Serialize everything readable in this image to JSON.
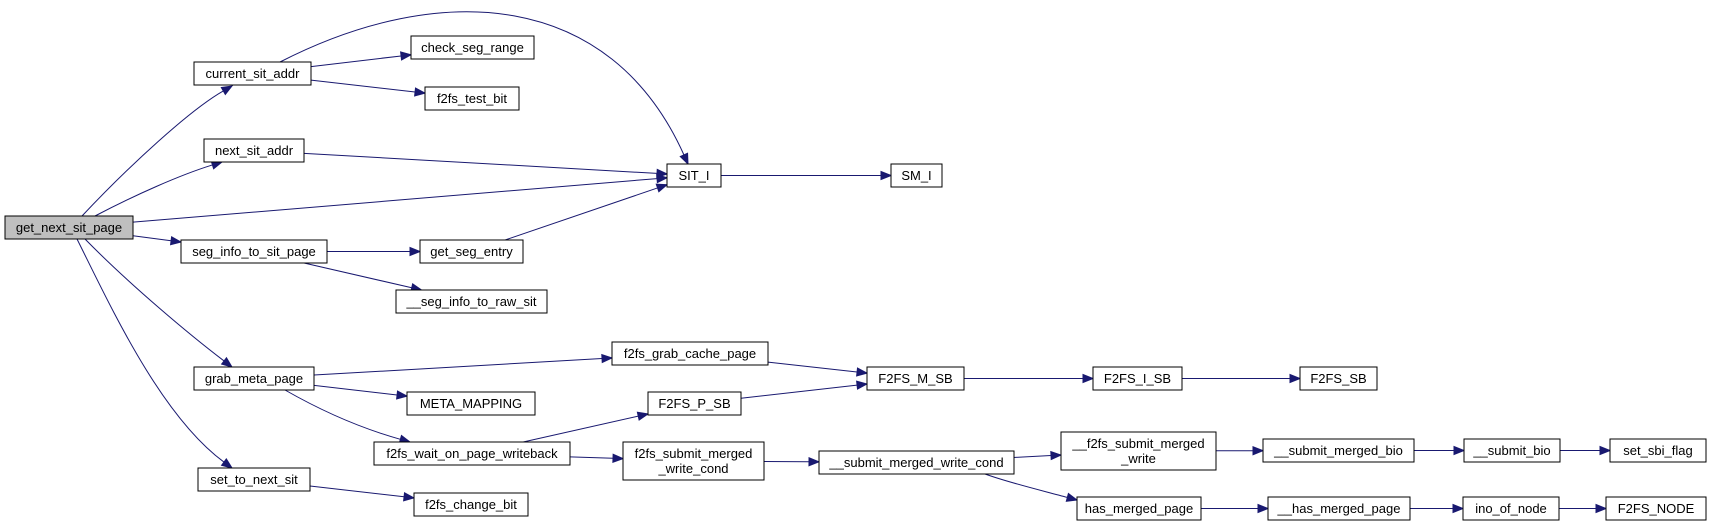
{
  "graph": {
    "colors": {
      "edge": "#191970",
      "root_fill": "#bfbfbf",
      "node_fill": "#ffffff",
      "border": "#000000"
    },
    "nodes": [
      {
        "id": "get_next_sit_page",
        "label": "get_next_sit_page",
        "root": true
      },
      {
        "id": "current_sit_addr",
        "label": "current_sit_addr"
      },
      {
        "id": "next_sit_addr",
        "label": "next_sit_addr"
      },
      {
        "id": "seg_info_to_sit_page",
        "label": "seg_info_to_sit_page"
      },
      {
        "id": "grab_meta_page",
        "label": "grab_meta_page"
      },
      {
        "id": "set_to_next_sit",
        "label": "set_to_next_sit"
      },
      {
        "id": "check_seg_range",
        "label": "check_seg_range"
      },
      {
        "id": "f2fs_test_bit",
        "label": "f2fs_test_bit"
      },
      {
        "id": "SIT_I",
        "label": "SIT_I"
      },
      {
        "id": "SM_I",
        "label": "SM_I"
      },
      {
        "id": "get_seg_entry",
        "label": "get_seg_entry"
      },
      {
        "id": "__seg_info_to_raw_sit",
        "label": "__seg_info_to_raw_sit"
      },
      {
        "id": "f2fs_grab_cache_page",
        "label": "f2fs_grab_cache_page"
      },
      {
        "id": "META_MAPPING",
        "label": "META_MAPPING"
      },
      {
        "id": "f2fs_wait_on_page_writeback",
        "label": "f2fs_wait_on_page_writeback"
      },
      {
        "id": "F2FS_P_SB",
        "label": "F2FS_P_SB"
      },
      {
        "id": "f2fs_submit_merged_write_cond",
        "label": "f2fs_submit_merged\n_write_cond"
      },
      {
        "id": "F2FS_M_SB",
        "label": "F2FS_M_SB"
      },
      {
        "id": "F2FS_I_SB",
        "label": "F2FS_I_SB"
      },
      {
        "id": "F2FS_SB",
        "label": "F2FS_SB"
      },
      {
        "id": "__submit_merged_write_cond",
        "label": "__submit_merged_write_cond"
      },
      {
        "id": "__f2fs_submit_merged_write",
        "label": "__f2fs_submit_merged\n_write"
      },
      {
        "id": "__submit_merged_bio",
        "label": "__submit_merged_bio"
      },
      {
        "id": "__submit_bio",
        "label": "__submit_bio"
      },
      {
        "id": "set_sbi_flag",
        "label": "set_sbi_flag"
      },
      {
        "id": "has_merged_page",
        "label": "has_merged_page"
      },
      {
        "id": "__has_merged_page",
        "label": "__has_merged_page"
      },
      {
        "id": "ino_of_node",
        "label": "ino_of_node"
      },
      {
        "id": "F2FS_NODE",
        "label": "F2FS_NODE"
      },
      {
        "id": "f2fs_change_bit",
        "label": "f2fs_change_bit"
      }
    ],
    "edges": [
      {
        "from": "get_next_sit_page",
        "to": "current_sit_addr"
      },
      {
        "from": "get_next_sit_page",
        "to": "next_sit_addr"
      },
      {
        "from": "get_next_sit_page",
        "to": "SIT_I"
      },
      {
        "from": "get_next_sit_page",
        "to": "seg_info_to_sit_page"
      },
      {
        "from": "get_next_sit_page",
        "to": "grab_meta_page"
      },
      {
        "from": "get_next_sit_page",
        "to": "set_to_next_sit"
      },
      {
        "from": "current_sit_addr",
        "to": "SIT_I"
      },
      {
        "from": "current_sit_addr",
        "to": "check_seg_range"
      },
      {
        "from": "current_sit_addr",
        "to": "f2fs_test_bit"
      },
      {
        "from": "next_sit_addr",
        "to": "SIT_I"
      },
      {
        "from": "SIT_I",
        "to": "SM_I"
      },
      {
        "from": "seg_info_to_sit_page",
        "to": "get_seg_entry"
      },
      {
        "from": "seg_info_to_sit_page",
        "to": "__seg_info_to_raw_sit"
      },
      {
        "from": "get_seg_entry",
        "to": "SIT_I"
      },
      {
        "from": "grab_meta_page",
        "to": "f2fs_grab_cache_page"
      },
      {
        "from": "grab_meta_page",
        "to": "META_MAPPING"
      },
      {
        "from": "grab_meta_page",
        "to": "f2fs_wait_on_page_writeback"
      },
      {
        "from": "f2fs_grab_cache_page",
        "to": "F2FS_M_SB"
      },
      {
        "from": "f2fs_wait_on_page_writeback",
        "to": "F2FS_P_SB"
      },
      {
        "from": "f2fs_wait_on_page_writeback",
        "to": "f2fs_submit_merged_write_cond"
      },
      {
        "from": "F2FS_P_SB",
        "to": "F2FS_M_SB"
      },
      {
        "from": "F2FS_M_SB",
        "to": "F2FS_I_SB"
      },
      {
        "from": "F2FS_I_SB",
        "to": "F2FS_SB"
      },
      {
        "from": "f2fs_submit_merged_write_cond",
        "to": "__submit_merged_write_cond"
      },
      {
        "from": "__submit_merged_write_cond",
        "to": "__f2fs_submit_merged_write"
      },
      {
        "from": "__submit_merged_write_cond",
        "to": "has_merged_page"
      },
      {
        "from": "__f2fs_submit_merged_write",
        "to": "__submit_merged_bio"
      },
      {
        "from": "__submit_merged_bio",
        "to": "__submit_bio"
      },
      {
        "from": "__submit_bio",
        "to": "set_sbi_flag"
      },
      {
        "from": "has_merged_page",
        "to": "__has_merged_page"
      },
      {
        "from": "__has_merged_page",
        "to": "ino_of_node"
      },
      {
        "from": "ino_of_node",
        "to": "F2FS_NODE"
      },
      {
        "from": "set_to_next_sit",
        "to": "f2fs_change_bit"
      }
    ]
  }
}
